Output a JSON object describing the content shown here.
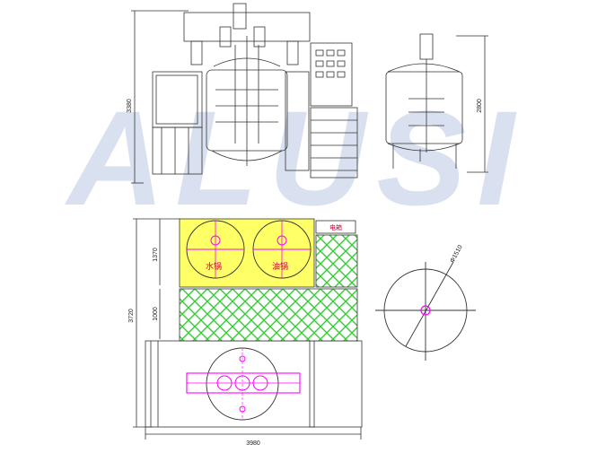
{
  "watermark": {
    "text": "ALUSI",
    "color": "#cfd9ee"
  },
  "front_view": {
    "height_label": "3380"
  },
  "side_view": {
    "height_label": "2800"
  },
  "plan_view": {
    "width_label": "3980",
    "height_total_label": "3720",
    "segment_top_label": "1370",
    "segment_mid_label": "1000",
    "water_pot_label": "水锅",
    "oil_pot_label": "油锅",
    "electric_box_label": "电箱"
  },
  "tank_plan": {
    "diameter_label": "Φ1510"
  },
  "colors": {
    "yellow_zone": "#ffff66",
    "green_hatch": "#33cc33",
    "magenta": "#ff00ff",
    "outline": "#333333",
    "red_text": "#cc0033"
  }
}
